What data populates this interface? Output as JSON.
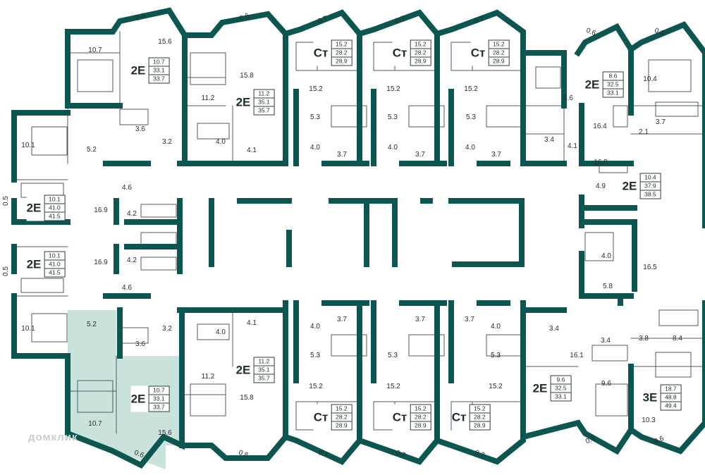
{
  "colors": {
    "wall": "#0b5650",
    "highlight": "#c9e3dc",
    "thin": "#4b5e5b"
  },
  "watermark": "домклик",
  "apartments": [
    {
      "id": "a1",
      "code": "2E",
      "values": [
        "10.7",
        "33.1",
        "33.7"
      ]
    },
    {
      "id": "a2",
      "code": "2E",
      "values": [
        "11.2",
        "35.1",
        "35.7"
      ]
    },
    {
      "id": "a3",
      "code": "Ст",
      "values": [
        "15.2",
        "28.2",
        "28.9"
      ]
    },
    {
      "id": "a4",
      "code": "Ст",
      "values": [
        "15.2",
        "28.2",
        "28.9"
      ]
    },
    {
      "id": "a5",
      "code": "Ст",
      "values": [
        "15.2",
        "28.2",
        "28.9"
      ]
    },
    {
      "id": "a6",
      "code": "2E",
      "values": [
        "8.6",
        "32.5",
        "33.1"
      ]
    },
    {
      "id": "a7",
      "code": "2E",
      "values": [
        "10.1",
        "41.0",
        "41.5"
      ]
    },
    {
      "id": "a8",
      "code": "2E",
      "values": [
        "10.1",
        "41.0",
        "41.5"
      ]
    },
    {
      "id": "a9",
      "code": "2E",
      "values": [
        "10.4",
        "37.9",
        "38.5"
      ]
    },
    {
      "id": "a10",
      "code": "2E",
      "values": [
        "11.2",
        "35.1",
        "35.7"
      ]
    },
    {
      "id": "a11",
      "code": "2E",
      "values": [
        "10.7",
        "33.1",
        "33.7"
      ]
    },
    {
      "id": "a12",
      "code": "Ст",
      "values": [
        "15.2",
        "28.2",
        "28.9"
      ]
    },
    {
      "id": "a13",
      "code": "Ст",
      "values": [
        "15.2",
        "28.2",
        "28.9"
      ]
    },
    {
      "id": "a14",
      "code": "Ст",
      "values": [
        "15.2",
        "28.2",
        "28.9"
      ]
    },
    {
      "id": "a15",
      "code": "2E",
      "values": [
        "9.6",
        "32.5",
        "33.1"
      ]
    },
    {
      "id": "a16",
      "code": "3E",
      "values": [
        "18.7",
        "48.8",
        "49.4"
      ]
    }
  ],
  "room_labels": [
    "0.6",
    "0.6",
    "0.7",
    "0.7",
    "0.7",
    "0.6",
    "0.6",
    "10.7",
    "15.6",
    "15.8",
    "11.2",
    "15.2",
    "15.2",
    "15.2",
    "8.6",
    "10.4",
    "3.6",
    "3.2",
    "4.0",
    "4.1",
    "5.3",
    "5.3",
    "5.3",
    "4.0",
    "3.7",
    "4.0",
    "3.7",
    "4.0",
    "3.7",
    "3.4",
    "4.1",
    "16.4",
    "2.1",
    "3.7",
    "10.1",
    "5.2",
    "4.6",
    "16.8",
    "4.9",
    "0.5",
    "16.9",
    "4.2",
    "16.9",
    "4.2",
    "0.5",
    "4.6",
    "4.0",
    "16.5",
    "5.8",
    "10.1",
    "5.2",
    "3.2",
    "3.6",
    "4.1",
    "4.0",
    "3.7",
    "4.0",
    "3.7",
    "3.7",
    "4.0",
    "3.4",
    "3.4",
    "8.4",
    "3.8",
    "5.3",
    "5.3",
    "5.3",
    "16.1",
    "11.2",
    "15.8",
    "10.7",
    "15.6",
    "15.2",
    "15.2",
    "15.2",
    "9.6",
    "10.3",
    "0.6",
    "0.6",
    "0.7",
    "0.7",
    "0.7",
    "0.6",
    "0.6"
  ]
}
